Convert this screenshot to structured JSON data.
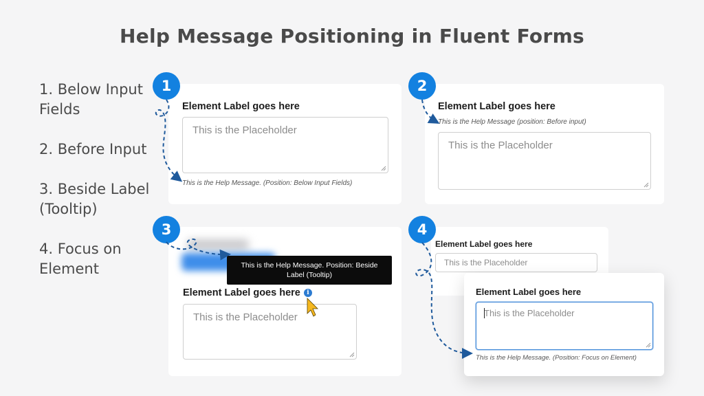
{
  "title": "Help Message Positioning in Fluent Forms",
  "sidebar": {
    "items": [
      {
        "label": "1. Below Input Fields"
      },
      {
        "label": "2. Before Input"
      },
      {
        "label": "3. Beside Label (Tooltip)"
      },
      {
        "label": "4. Focus on Element"
      }
    ]
  },
  "cards": {
    "c1": {
      "badge": "1",
      "label": "Element Label goes here",
      "placeholder": "This is the Placeholder",
      "help": "This is the Help Message. (Position: Below Input Fields)"
    },
    "c2": {
      "badge": "2",
      "label": "Element Label goes here",
      "help": "This is the Help Message (position: Before input)",
      "placeholder": "This is the Placeholder"
    },
    "c3": {
      "badge": "3",
      "tooltip": "This is the Help Message. Position: Beside Label (Tooltip)",
      "label": "Element Label goes here",
      "info_icon": "i",
      "placeholder": "This is the Placeholder"
    },
    "c4": {
      "badge": "4",
      "back_label": "Element Label goes here",
      "back_placeholder": "This is the Placeholder",
      "front_label": "Element Label goes here",
      "front_placeholder": "This is the Placeholder",
      "help": "This is the Help Message. (Position: Focus on Element)"
    }
  },
  "colors": {
    "accent": "#1381e0",
    "arrow": "#1f5a9c",
    "focus_border": "#3d86d8",
    "cursor": "#f5b820"
  }
}
